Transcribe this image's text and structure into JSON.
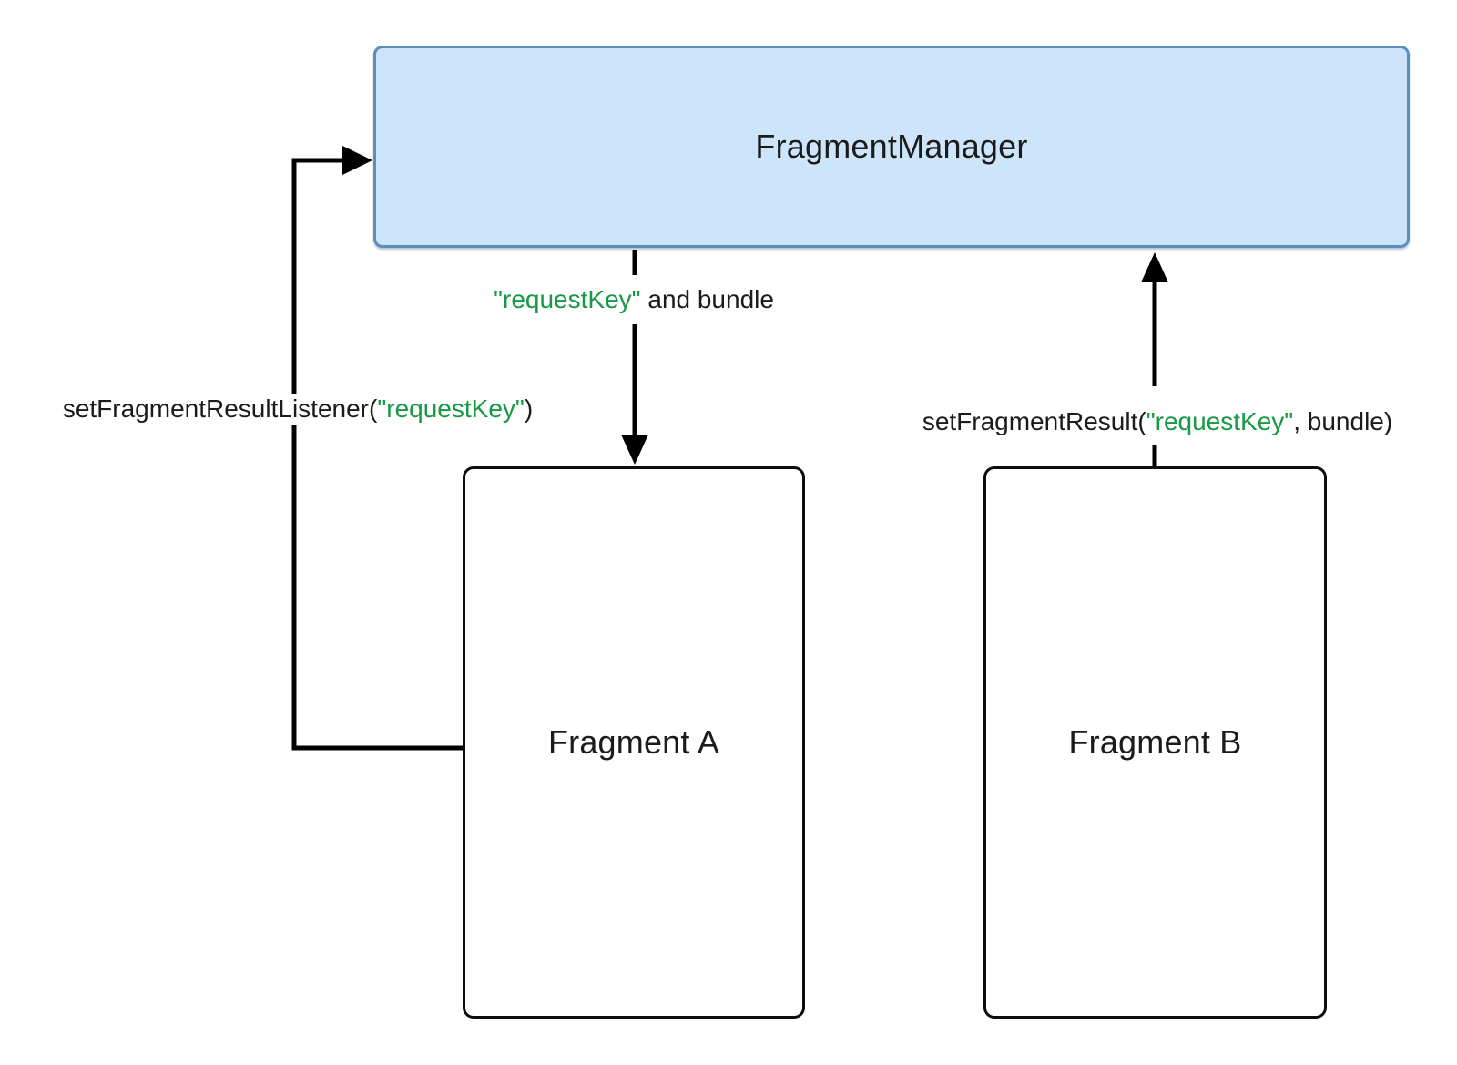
{
  "diagram": {
    "title_implied": "Fragment result passing via FragmentManager",
    "nodes": {
      "fragment_manager": {
        "label": "FragmentManager"
      },
      "fragment_a": {
        "label": "Fragment A"
      },
      "fragment_b": {
        "label": "Fragment B"
      }
    },
    "edges": {
      "request_key_bundle": {
        "description": "dashed arrow from FragmentManager down to Fragment A",
        "key": "\"requestKey\"",
        "rest": " and bundle"
      },
      "set_listener": {
        "description": "elbow arrow from Fragment A up into FragmentManager",
        "pre": "setFragmentResultListener(",
        "key": "\"requestKey\"",
        "post": ")"
      },
      "set_result": {
        "description": "arrow from Fragment B up to FragmentManager",
        "pre": "setFragmentResult(",
        "key": "\"requestKey\"",
        "post": ", bundle)"
      }
    },
    "colors": {
      "box_fill": "#cde5fa",
      "box_border": "#5a8fbe",
      "key_green": "#189946",
      "line": "#000000",
      "text": "#1b1b1b"
    }
  }
}
